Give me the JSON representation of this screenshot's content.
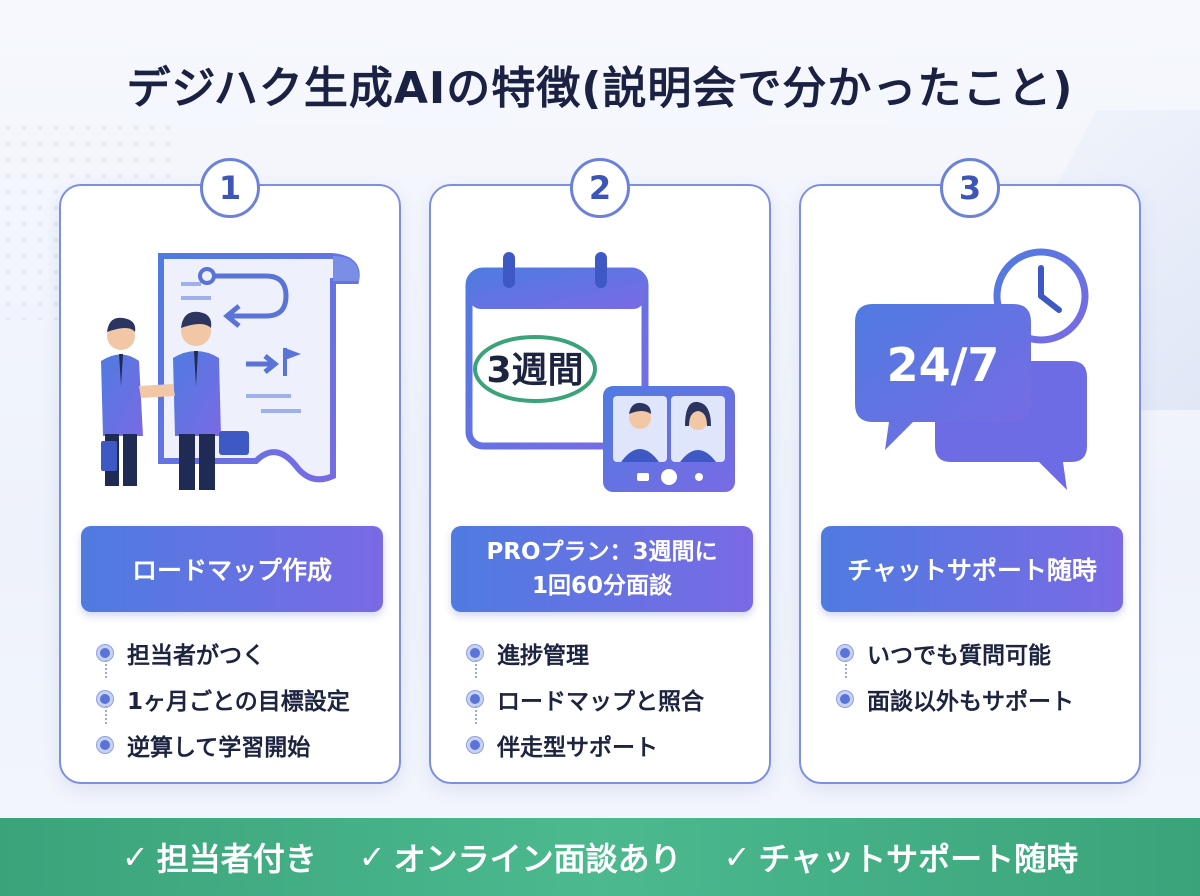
{
  "title": "デジハク生成AIの特徴(説明会で分かったこと)",
  "colors": {
    "accent": "#5a73d6",
    "label_start": "#4f7be0",
    "label_end": "#7a6ae4",
    "footer": "#3aa37a"
  },
  "cards": [
    {
      "number": "1",
      "illustration": "handshake-roadmap-icon",
      "label_lines": [
        "ロードマップ作成"
      ],
      "bullets": [
        "担当者がつく",
        "1ヶ月ごとの目標設定",
        "逆算して学習開始"
      ]
    },
    {
      "number": "2",
      "illustration": "calendar-video-call-icon",
      "illustration_text": "3週間",
      "label_lines": [
        "PROプラン：3週間に",
        "1回60分面談"
      ],
      "bullets": [
        "進捗管理",
        "ロードマップと照合",
        "伴走型サポート"
      ]
    },
    {
      "number": "3",
      "illustration": "chat-clock-icon",
      "illustration_text": "24/7",
      "label_lines": [
        "チャットサポート随時"
      ],
      "bullets": [
        "いつでも質問可能",
        "面談以外もサポート"
      ]
    }
  ],
  "footer": {
    "check_icon": "✓",
    "items": [
      "担当者付き",
      "オンライン面談あり",
      "チャットサポート随時"
    ]
  }
}
